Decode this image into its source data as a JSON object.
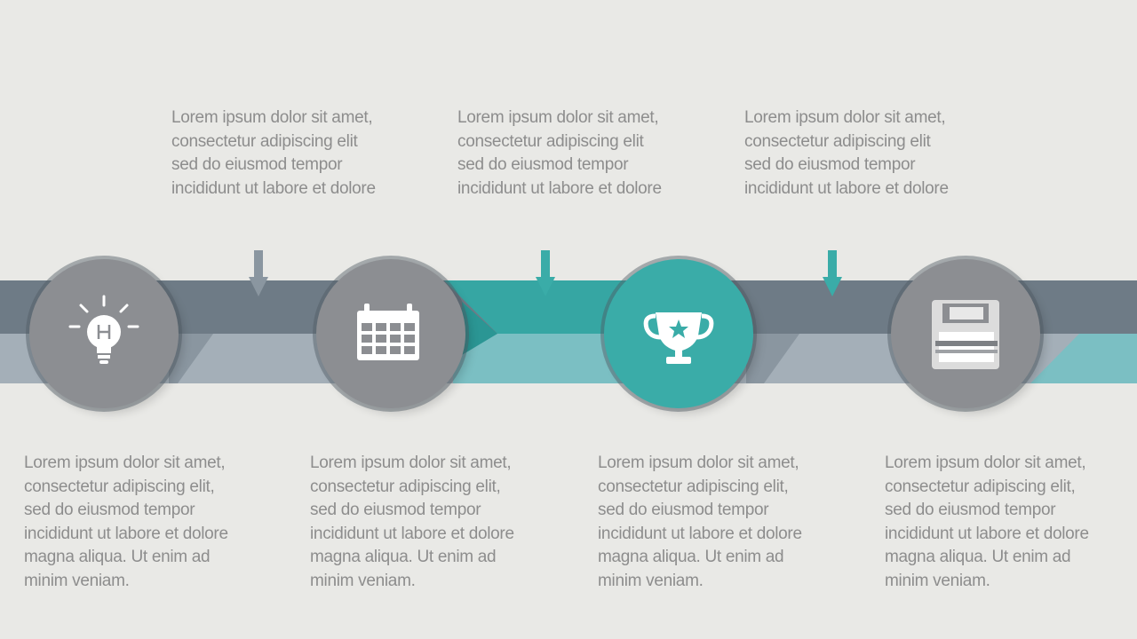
{
  "colors": {
    "background": "#e9e9e6",
    "band_dark": "#6e7b86",
    "band_light": "#a4afb8",
    "teal": "#36a6a3",
    "teal_dark": "#2b9694",
    "teal_light": "#7bbfc3",
    "circle_gray": "#8c8e92",
    "circle_teal": "#3aaca8",
    "text": "#8d8d8d"
  },
  "steps": [
    {
      "icon": "lightbulb-icon",
      "top_text": "Lorem ipsum dolor sit amet,\nconsectetur adipiscing elit\nsed do eiusmod tempor\nincididunt ut labore et dolore",
      "bottom_text": "Lorem ipsum dolor sit amet,\nconsectetur adipiscing elit,\nsed do eiusmod tempor\nincididunt ut labore et dolore\nmagna aliqua. Ut enim ad\nminim veniam."
    },
    {
      "icon": "calendar-icon",
      "top_text": "Lorem ipsum dolor sit amet,\nconsectetur adipiscing elit\nsed do eiusmod tempor\nincididunt ut labore et dolore",
      "bottom_text": "Lorem ipsum dolor sit amet,\nconsectetur adipiscing elit,\nsed do eiusmod tempor\nincididunt ut labore et dolore\nmagna aliqua. Ut enim ad\nminim veniam."
    },
    {
      "icon": "trophy-icon",
      "top_text": "Lorem ipsum dolor sit amet,\nconsectetur adipiscing elit\nsed do eiusmod tempor\nincididunt ut labore et dolore",
      "bottom_text": "Lorem ipsum dolor sit amet,\nconsectetur adipiscing elit,\nsed do eiusmod tempor\nincididunt ut labore et dolore\nmagna aliqua. Ut enim ad\nminim veniam."
    },
    {
      "icon": "floppy-disk-icon",
      "top_text": "",
      "bottom_text": "Lorem ipsum dolor sit amet,\nconsectetur adipiscing elit,\nsed do eiusmod tempor\nincididunt ut labore et dolore\nmagna aliqua. Ut enim ad\nminim veniam."
    }
  ]
}
